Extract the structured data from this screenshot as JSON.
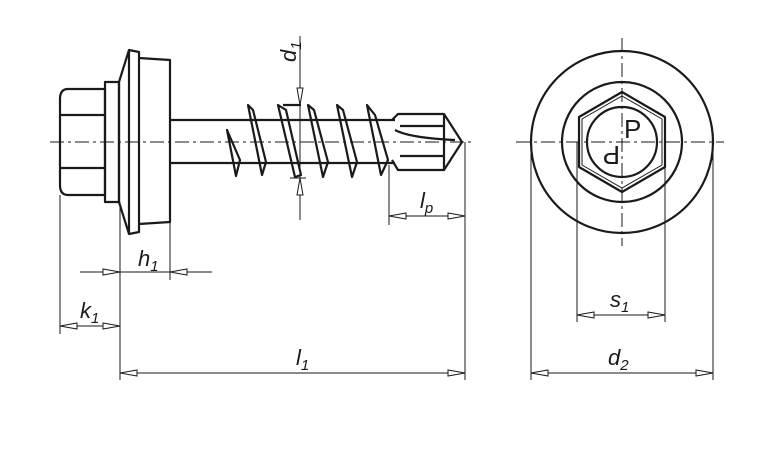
{
  "title": "Self-drilling screw with hex washer head and sealing washer",
  "dimensions": {
    "d1": {
      "main": "d",
      "sub": "1"
    },
    "lp": {
      "main": "l",
      "sub": "p"
    },
    "h1": {
      "main": "h",
      "sub": "1"
    },
    "k1": {
      "main": "k",
      "sub": "1"
    },
    "l1": {
      "main": "l",
      "sub": "1"
    },
    "s1": {
      "main": "s",
      "sub": "1"
    },
    "d2": {
      "main": "d",
      "sub": "2"
    }
  },
  "head_marking": "P"
}
